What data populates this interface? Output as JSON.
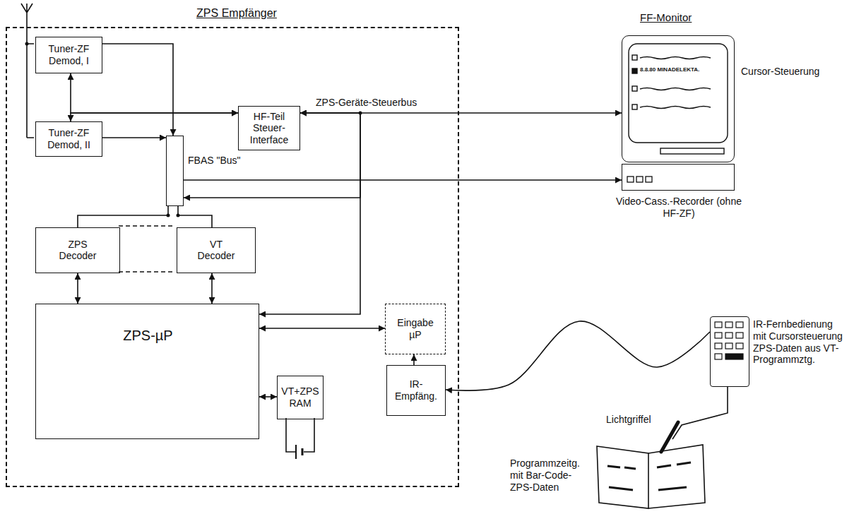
{
  "diagram": {
    "nodes": [
      {
        "text": [
          "ZPS Empfänger"
        ]
      },
      {
        "text": [
          "Tuner-ZF Demod, I"
        ],
        "in": 0
      },
      {
        "text": [
          "Tuner-ZF Demod, II"
        ],
        "in": 0
      },
      {
        "text": [
          "HF-Teil Steuer-Interface"
        ],
        "in": 0
      },
      {
        "text": [
          "FBAS \"Bus\""
        ],
        "in": 0
      },
      {
        "text": [
          "ZPS Decoder"
        ],
        "in": 0
      },
      {
        "text": [
          "VT Decoder"
        ],
        "in": 0
      },
      {
        "text": [
          "ZPS-µP"
        ],
        "in": 0
      },
      {
        "text": [
          "VT+ZPS RAM"
        ],
        "in": 0
      },
      {
        "text": [
          "Eingabe µP"
        ],
        "in": 0
      },
      {
        "text": [
          "IR-Empfäng."
        ],
        "in": 0
      },
      {
        "text": [
          "FF-Monitor",
          "Cursor-Steuerung"
        ]
      },
      {
        "text": [
          "Video-Cass.-Recorder (ohne HF-ZF)"
        ]
      },
      {
        "text": [
          "IR-Fernbedienung mit Cursorsteuerung ZPS-Daten aus VT-Programmztg."
        ]
      },
      {
        "text": [
          "Programmzeitg. mit Bar-Code-ZPS-Daten"
        ]
      }
    ],
    "edges": [
      {
        "from": 3,
        "to": 1,
        "arrow": "both"
      },
      {
        "from": 3,
        "to": 2,
        "arrow": "both"
      },
      {
        "from": 1,
        "to": 4,
        "arrow": "to"
      },
      {
        "from": 2,
        "to": 4,
        "arrow": "to"
      },
      {
        "from": 3,
        "to": 11,
        "arrow": "both",
        "label": "ZPS-Geräte-Steuerbus"
      },
      {
        "from": 3,
        "to": 4,
        "arrow": "to"
      },
      {
        "from": 3,
        "to": 7,
        "arrow": "both"
      },
      {
        "from": 4,
        "to": 5,
        "arrow": "none"
      },
      {
        "from": 4,
        "to": 6,
        "arrow": "none"
      },
      {
        "from": 5,
        "to": 7,
        "arrow": "both"
      },
      {
        "from": 6,
        "to": 7,
        "arrow": "both"
      },
      {
        "from": 7,
        "to": 8,
        "arrow": "both"
      },
      {
        "from": 7,
        "to": 9,
        "arrow": "both"
      },
      {
        "from": 10,
        "to": 9,
        "arrow": "to"
      },
      {
        "from": 4,
        "to": 12,
        "arrow": "to"
      },
      {
        "from": 13,
        "to": 10,
        "arrow": "to"
      },
      {
        "from": 13,
        "to": 14,
        "arrow": "none"
      }
    ],
    "labels": [
      "8.8.80 MINADELEKTA.",
      "Lichtgriffel"
    ]
  }
}
